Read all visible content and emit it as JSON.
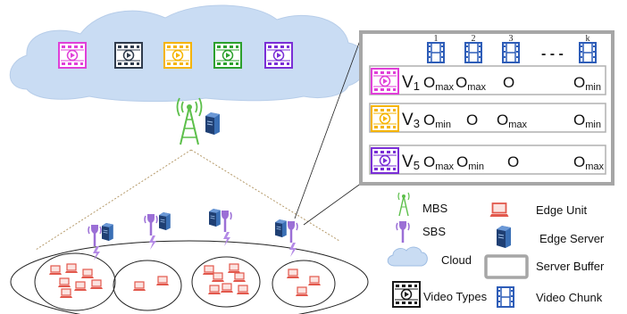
{
  "colors": {
    "pink": "#e040d8",
    "dark": "#2f3b4c",
    "yellow": "#f5b400",
    "green": "#2ca02c",
    "purple": "#7a2ed6",
    "cloud": "#c9dcf3",
    "buffer_border": "#a6a6a6",
    "chunk_blue": "#2e5db8",
    "laptop_red": "#e2584c",
    "tower_green": "#5cbf4a",
    "sbs_purple": "#9b6fd6",
    "server_blue": "#3a6fb5"
  },
  "chunk_labels": [
    "1",
    "2",
    "3",
    "k"
  ],
  "chunk_ellipsis": "- - -",
  "buffer_rows": [
    {
      "video": "V",
      "sub": "1",
      "color_key": "pink",
      "cells": [
        [
          "O",
          "max"
        ],
        [
          "O",
          "max"
        ],
        [
          "O",
          ""
        ],
        [
          "O",
          "min"
        ]
      ]
    },
    {
      "video": "V",
      "sub": "3",
      "color_key": "yellow",
      "cells": [
        [
          "O",
          "min"
        ],
        [
          "O",
          ""
        ],
        [
          "O",
          "max"
        ],
        [
          "O",
          "min"
        ]
      ]
    },
    {
      "video": "V",
      "sub": "5",
      "color_key": "purple",
      "cells": [
        [
          "O",
          "max"
        ],
        [
          "O",
          "min"
        ],
        [
          "O",
          ""
        ],
        [
          "O",
          "max"
        ]
      ]
    }
  ],
  "legend": {
    "mbs": "MBS",
    "sbs": "SBS",
    "cloud": "Cloud",
    "video_types": "Video Types",
    "edge_unit": "Edge Unit",
    "edge_server": "Edge Server",
    "server_buffer": "Server Buffer",
    "video_chunk": "Video Chunk"
  }
}
